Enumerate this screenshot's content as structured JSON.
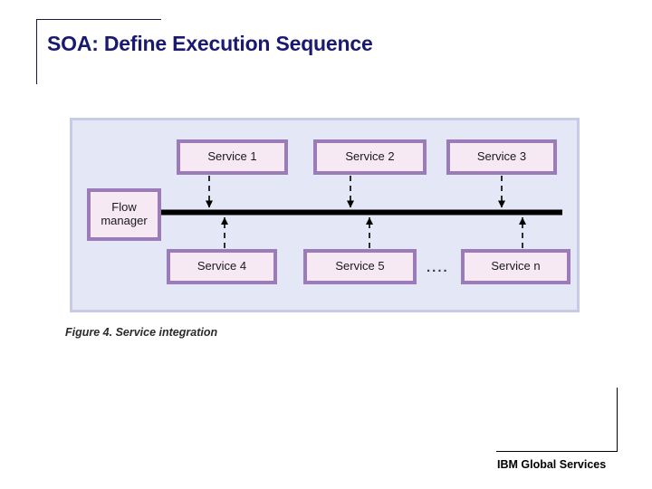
{
  "slide": {
    "title": "SOA: Define Execution Sequence",
    "title_color": "#191970",
    "background_color": "#ffffff"
  },
  "figure": {
    "caption": "Figure 4. Service integration",
    "background_color": "#e4e7f5",
    "border_color": "#c7cbe6",
    "bus_color": "#000000",
    "box_fill_color": "#f6e9f4",
    "box_border_color": "#9b7cb8",
    "ellipsis": "....",
    "top_row": [
      {
        "label": "Service 1"
      },
      {
        "label": "Service 2"
      },
      {
        "label": "Service 3"
      }
    ],
    "bottom_row": [
      {
        "label": "Service 4"
      },
      {
        "label": "Service 5"
      },
      {
        "label": "Service n"
      }
    ],
    "flow_manager": {
      "line1": "Flow",
      "line2": "manager"
    }
  },
  "footer": {
    "text": "IBM Global Services"
  }
}
